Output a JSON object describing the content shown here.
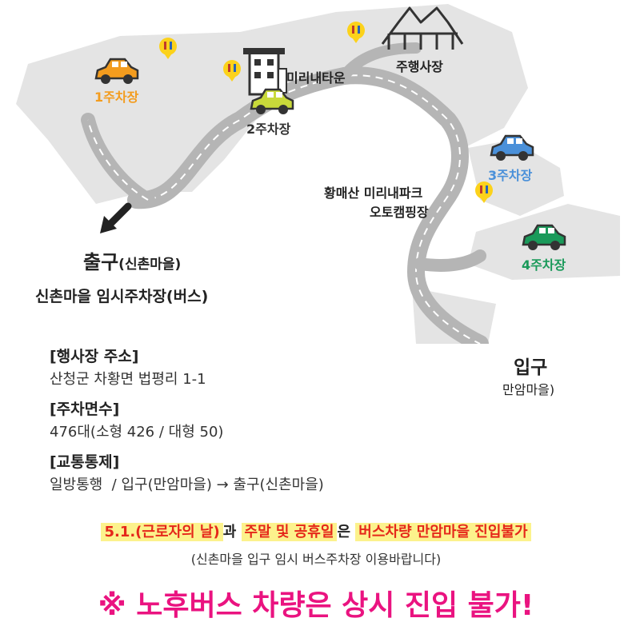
{
  "map": {
    "exit": {
      "label": "출구",
      "sub": "(신촌마을)"
    },
    "temp_bus_parking": "신촌마을 임시주차장(버스)",
    "entrance": {
      "label": "입구",
      "sub": "만암마을)"
    },
    "event_venue": "주행사장",
    "mirinae_town": "미리내타운",
    "camping": {
      "line1": "황매산 미리내파크",
      "line2": "오토캠핑장"
    },
    "parking_lots": [
      {
        "label": "1주차장",
        "color": "#f39c1e"
      },
      {
        "label": "2주차장",
        "color": "#333333"
      },
      {
        "label": "3주차장",
        "color": "#4a90d9"
      },
      {
        "label": "4주차장",
        "color": "#1a9a5a"
      }
    ],
    "icons": [
      "restroom-icon",
      "car-icon",
      "building-icon",
      "tent-icon",
      "arrow-icon"
    ],
    "colors": {
      "land": "#e4e4e4",
      "road": "#b5b5b5",
      "road_dash": "#ffffff",
      "restroom": "#fcd21b"
    }
  },
  "info": {
    "address_heading": "[행사장 주소]",
    "address": "산청군 차황면 법평리 1-1",
    "capacity_heading": "[주차면수]",
    "capacity": "476대(소형 426 / 대형 50)",
    "traffic_heading": "[교통통제]",
    "traffic": "일방통행  / 입구(만암마을) → 출구(신촌마을)"
  },
  "notice": {
    "p1": "5.1.(근로자의 날)",
    "p2": "과 ",
    "p3": "주말 및 공휴일",
    "p4": "은 ",
    "p5": "버스차량 만암마을 진입불가",
    "sub": "(신촌마을 입구 임시 버스주차장 이용바랍니다)",
    "big": "※ 노후버스 차량은 상시 진입 불가!",
    "colors": {
      "red": "#e5271a",
      "pink": "#ea1380",
      "highlight": "#fcf28c"
    }
  }
}
